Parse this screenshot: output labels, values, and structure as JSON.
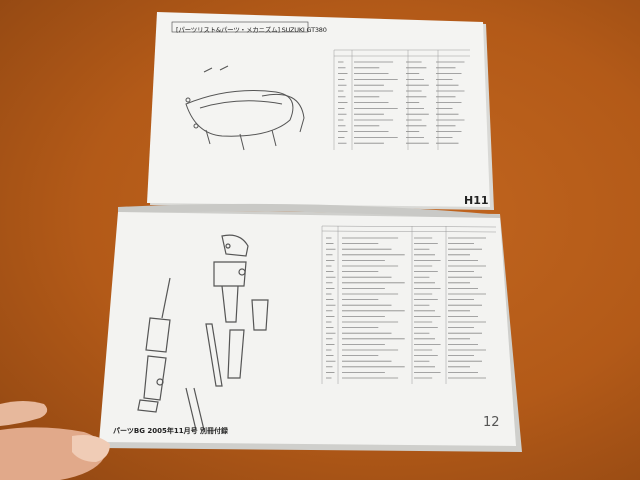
{
  "photo": {
    "header_label": "[パーツリスト&パーツ・メカニズム] SUZUKI GT380",
    "page_code": "H11",
    "footer_label": "パーツBG 2005年11月号 別冊付録",
    "page_number": "12"
  },
  "colors": {
    "background": "#b35a18",
    "paper": "#f3f3f1",
    "ink": "#222222"
  }
}
